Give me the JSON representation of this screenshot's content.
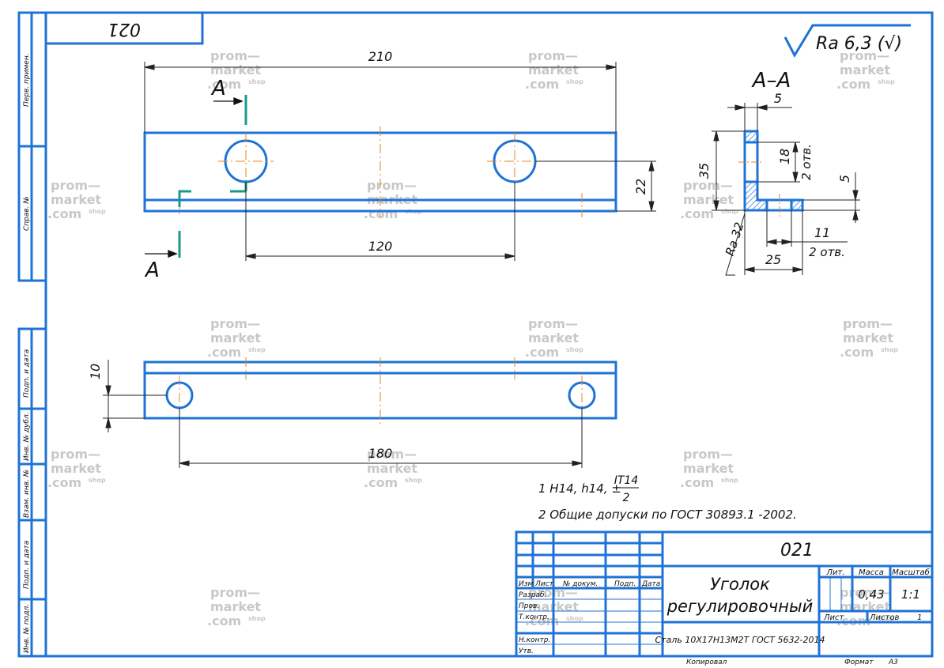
{
  "colors": {
    "frame": "#1f73d6",
    "outline": "#1f73d6",
    "center": "#e8861a",
    "section": "#1a9a8a",
    "dim": "#222222",
    "watermark": "#c8c8c8"
  },
  "designation": "021",
  "designation_rotated": "021",
  "roughness": "Ra 6,3 (√)",
  "section": {
    "name": "А–А",
    "cut_mark": "А",
    "ra": "Ra 32"
  },
  "dims": {
    "d210": "210",
    "d120": "120",
    "d22": "22",
    "d10": "10",
    "d180": "180",
    "d5a": "5",
    "d35": "35",
    "d18": "18",
    "holes_a": "2 отв.",
    "d5b": "5",
    "d11": "11",
    "d25": "25",
    "holes_b": "2 отв."
  },
  "notes": [
    "1 H14, h14, ±",
    "IT14",
    "2",
    "2 Общие допуски по ГОСТ 30893.1 -2002."
  ],
  "side_stamps": [
    "Перв. примен.",
    "Справ. №",
    "Подп. и дата",
    "Инв. № дубл.",
    "Взам. инв. №",
    "Подп. и дата",
    "Инв. № подл."
  ],
  "title_block": {
    "code": "021",
    "name_line1": "Уголок",
    "name_line2": "регулировочный",
    "material": "Сталь 10Х17Н13М2Т ГОСТ 5632-2014",
    "col_lit": "Лит.",
    "col_mass": "Масса",
    "col_scale": "Масштаб",
    "mass": "0,43",
    "scale": "1:1",
    "sheet_label": "Лист",
    "sheets_label": "Листов",
    "sheets": "1",
    "h_izm": "Изм",
    "h_list": "Лист",
    "h_doc": "№ докум.",
    "h_sign": "Подп.",
    "h_date": "Дата",
    "r_razrab": "Разраб.",
    "r_prov": "Пров.",
    "r_tkontr": "Т.контр.",
    "r_nkontr": "Н.контр.",
    "r_utv": "Утв.",
    "copied": "Копировал",
    "format_label": "Формат",
    "format": "A3"
  },
  "watermark": {
    "l1": "prom—",
    "l2": "market",
    "l3": ".com",
    "shop": "shop"
  }
}
